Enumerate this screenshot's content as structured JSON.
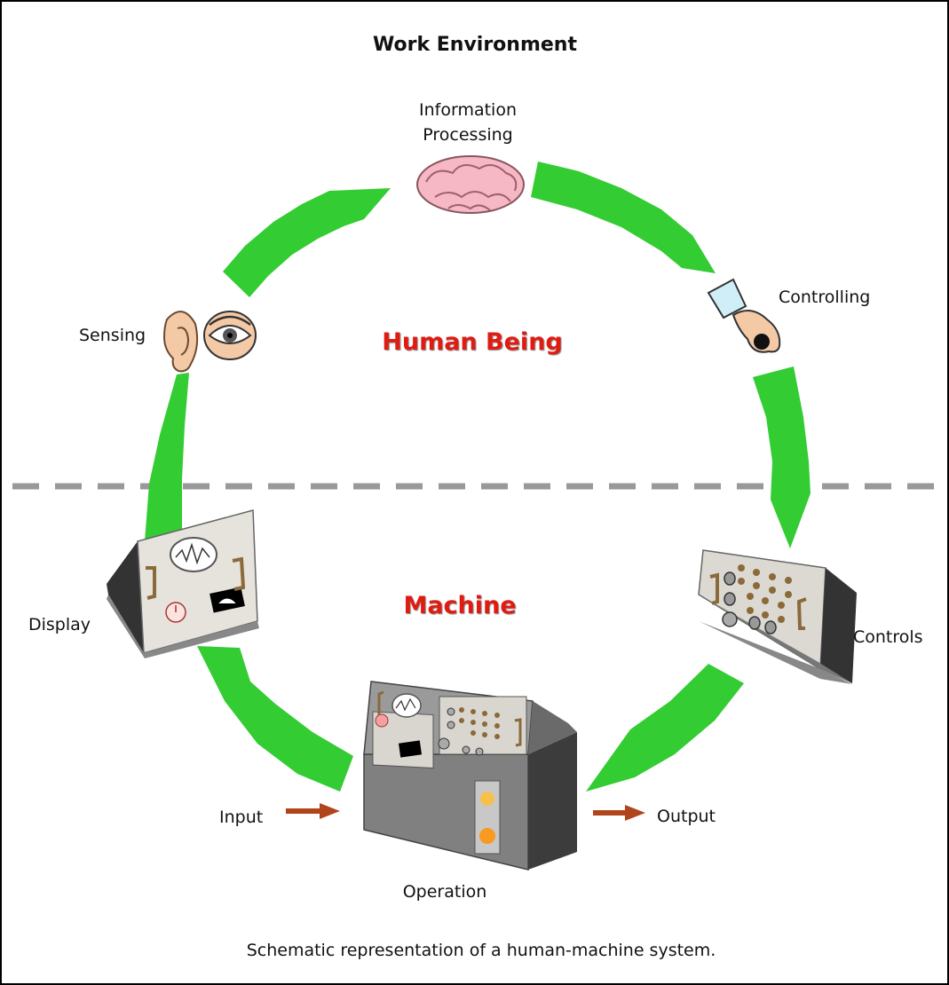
{
  "title": "Work Environment",
  "regions": {
    "human": "Human Being",
    "machine": "Machine"
  },
  "labels": {
    "info_processing_line1": "Information",
    "info_processing_line2": "Processing",
    "controlling": "Controlling",
    "sensing": "Sensing",
    "display": "Display",
    "controls": "Controls",
    "input": "Input",
    "output": "Output",
    "operation": "Operation"
  },
  "caption": "Schematic representation of a human-machine system.",
  "colors": {
    "arrow_green": "#33cc33",
    "region_red": "#e01b12",
    "io_arrow": "#b0451b",
    "divider": "#999999"
  }
}
